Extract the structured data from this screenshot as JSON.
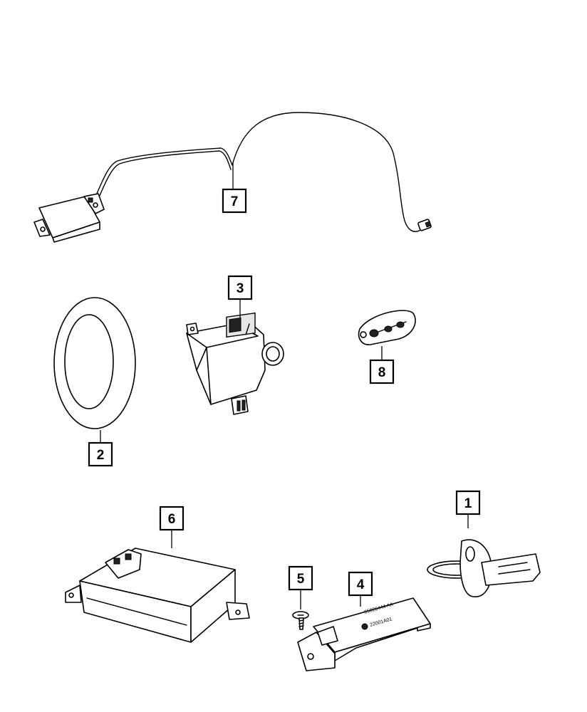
{
  "callouts": [
    {
      "id": "1",
      "label": "1"
    },
    {
      "id": "2",
      "label": "2"
    },
    {
      "id": "3",
      "label": "3"
    },
    {
      "id": "4",
      "label": "4"
    },
    {
      "id": "5",
      "label": "5"
    },
    {
      "id": "6",
      "label": "6"
    },
    {
      "id": "7",
      "label": "7"
    },
    {
      "id": "8",
      "label": "8"
    }
  ],
  "part_markings": {
    "bracket_line1": "05026444 AA",
    "bracket_line2": "22001A01"
  },
  "colors": {
    "ink": "#000000",
    "paper": "#ffffff",
    "shade": "#e6e6e6"
  }
}
